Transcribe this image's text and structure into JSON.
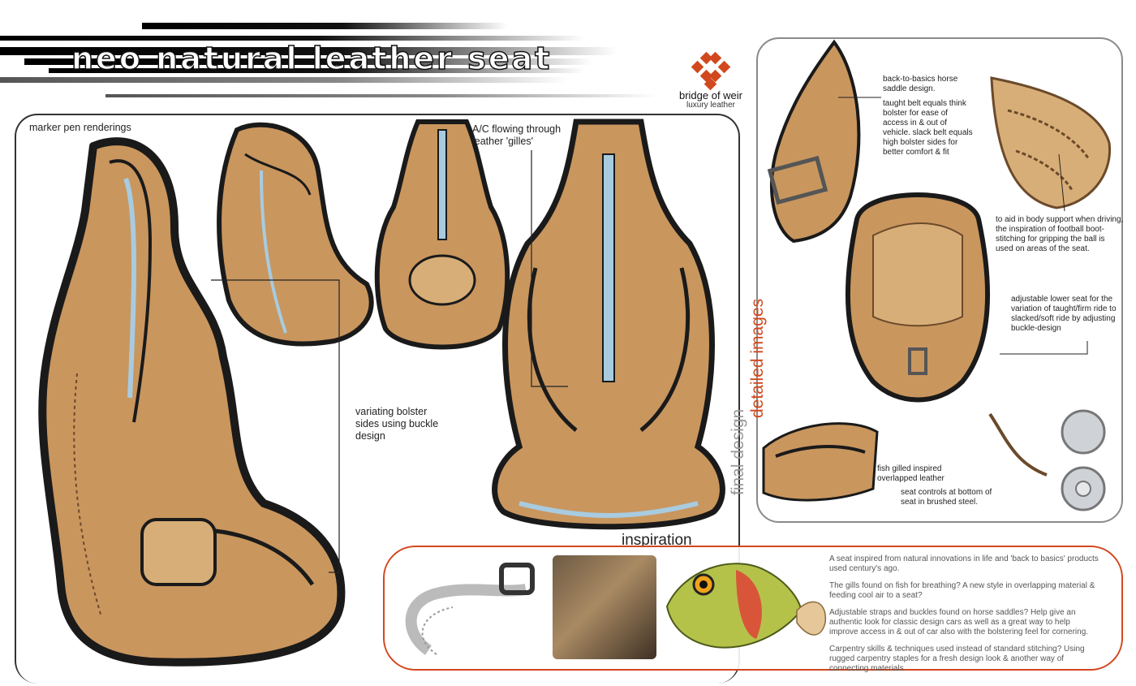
{
  "header": {
    "title": "neo natural leather seat",
    "logo_name": "bridge of weir",
    "logo_tagline": "luxury leather"
  },
  "sections": {
    "renderings_label": "marker pen renderings",
    "final_design": "final design",
    "detailed_images": "detailed images",
    "inspiration": "inspiration"
  },
  "annotations": {
    "ac_flow": "A/C flowing through leather 'gilles'",
    "bolster": "variating bolster sides using buckle design",
    "saddle": "back-to-basics horse saddle design.",
    "belt": "taught belt equals think bolster for ease of access in & out of vehicle. slack belt equals high bolster sides for better comfort & fit",
    "body_support": "to aid in body support when driving, the inspiration of football boot-stitching for gripping the ball is used on areas of the seat.",
    "lower_seat": "adjustable lower seat for the variation of taught/firm ride to slacked/soft ride by adjusting buckle-design",
    "fish_gill": "fish gilled inspired overlapped leather",
    "controls": "seat controls at bottom of seat in brushed steel."
  },
  "inspiration_text": [
    "A seat inspired from natural innovations in life and 'back to basics' products used century's ago.",
    "The gills found on fish for breathing? A new style in overlapping material & feeding cool air to a seat?",
    "Adjustable straps and buckles found on horse saddles? Help give an authentic look for classic design cars as well as a great way to help improve access in & out of car also with the bolstering feel for cornering.",
    "Carpentry skills & techniques used instead of standard stitching? Using rugged carpentry staples for a fresh design look & another way of connecting materials"
  ],
  "colors": {
    "accent": "#d2481e",
    "leather": "#c9965e",
    "outline": "#1a1a1a"
  }
}
